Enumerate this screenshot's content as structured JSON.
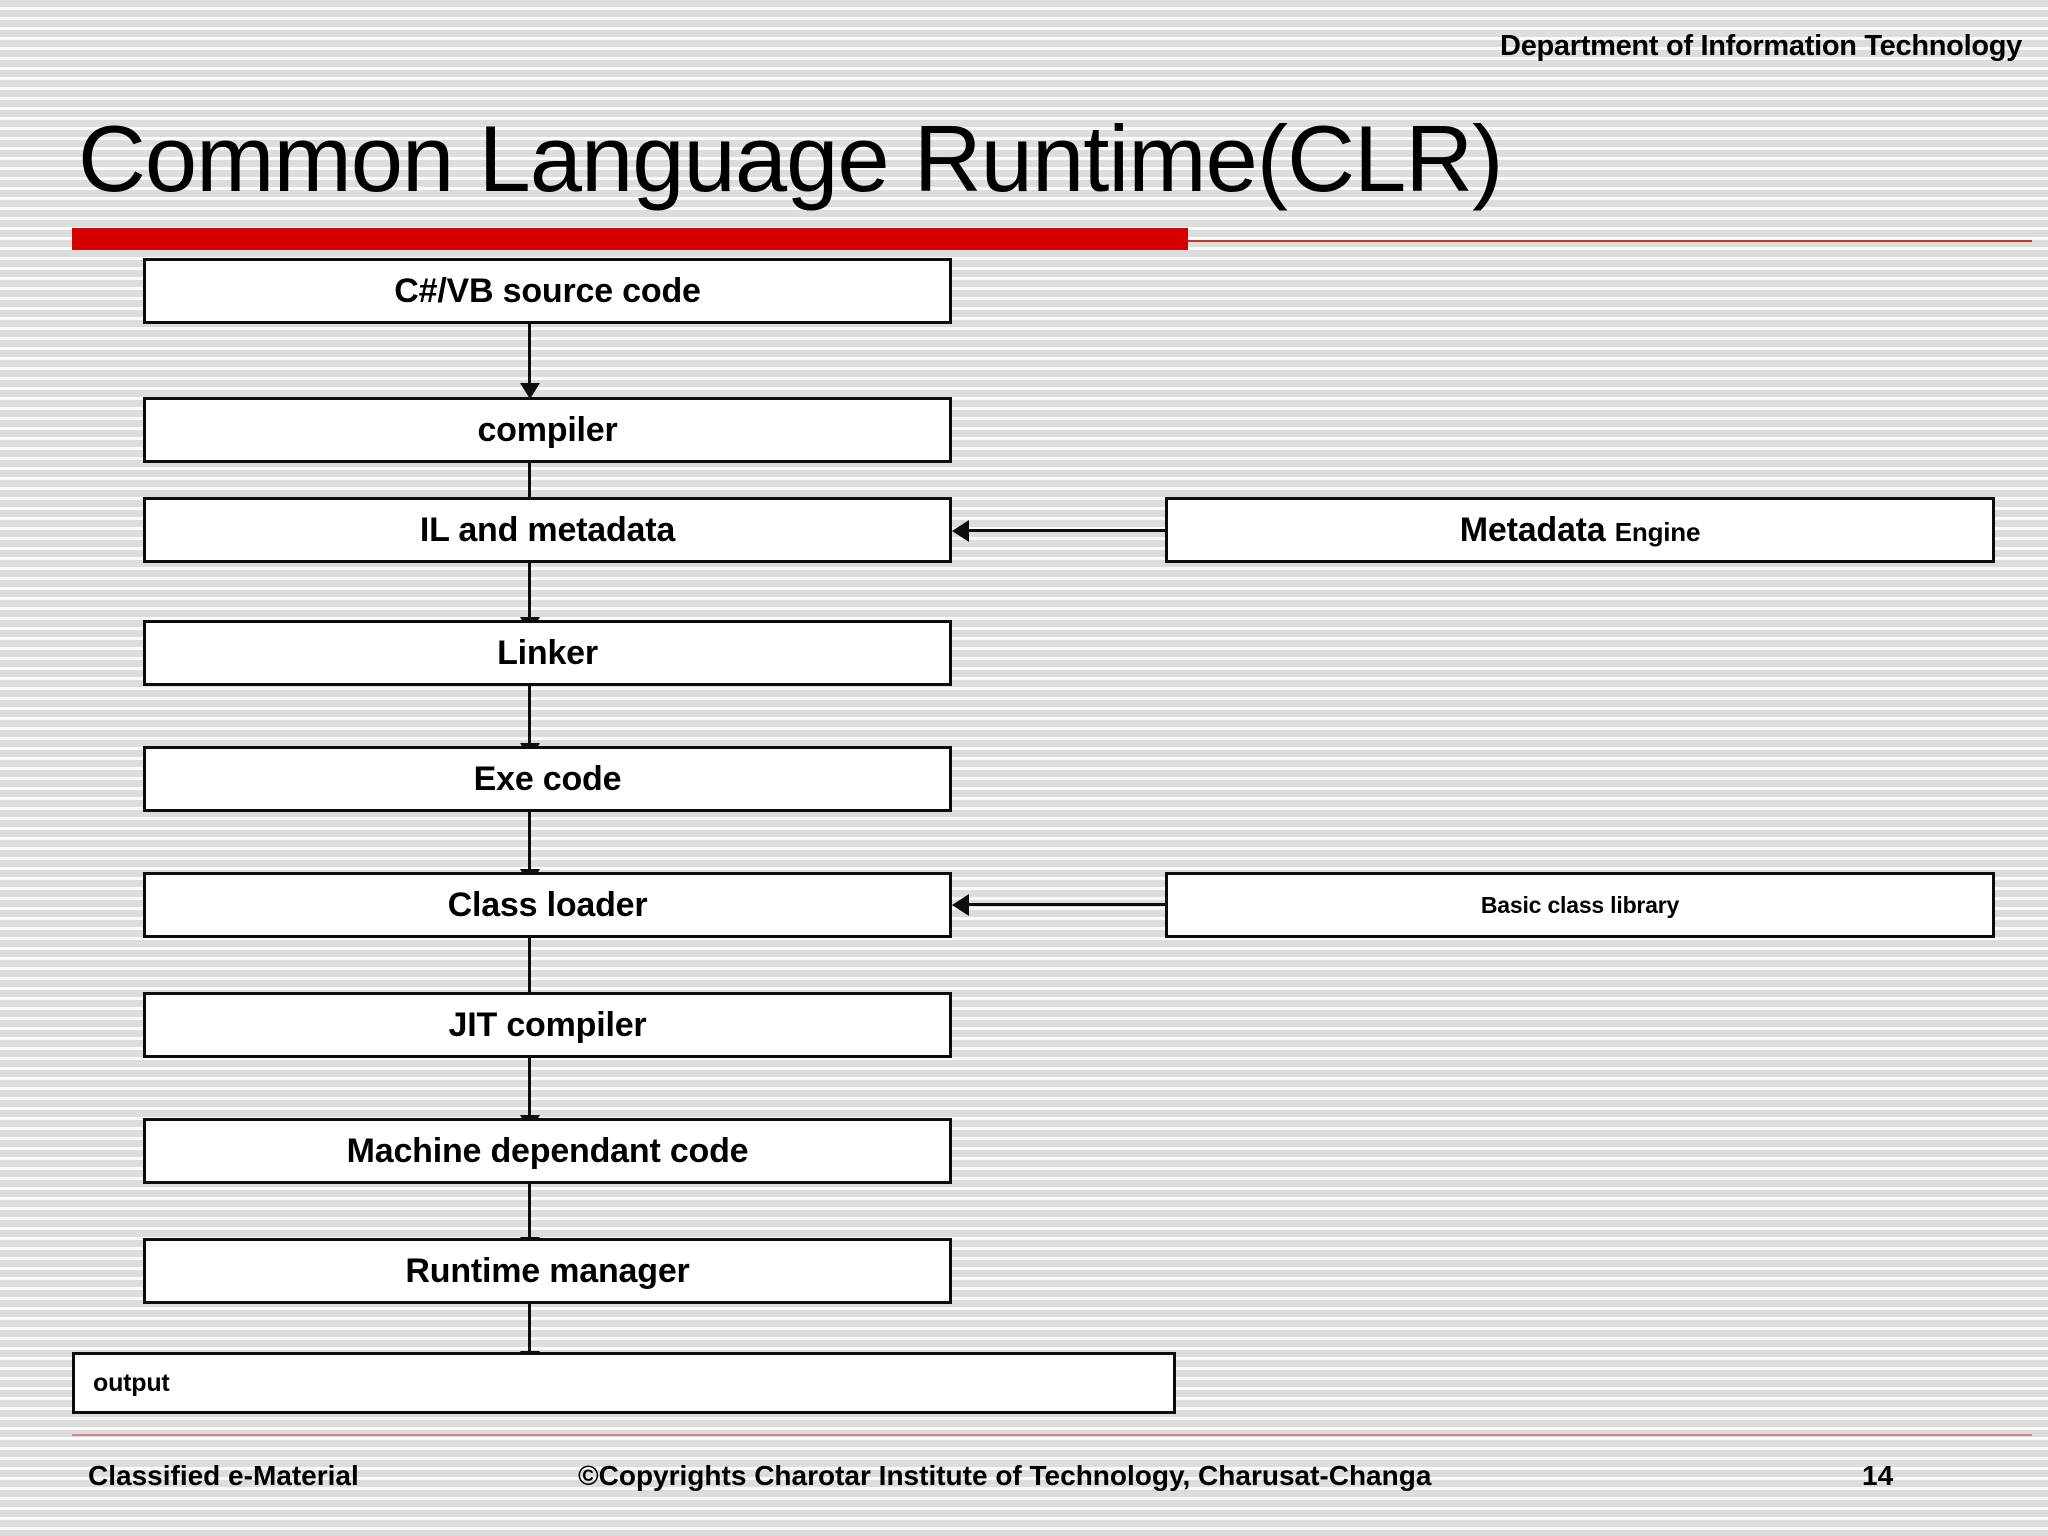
{
  "header": {
    "department": "Department of Information Technology",
    "title": "Common Language Runtime(CLR)",
    "accent_color": "#d40000",
    "rule_color": "#c0392b"
  },
  "diagram": {
    "main_flow": [
      {
        "id": "source-code",
        "label": "C#/VB  source code"
      },
      {
        "id": "compiler",
        "label": "compiler"
      },
      {
        "id": "il-metadata",
        "label": "IL and metadata"
      },
      {
        "id": "linker",
        "label": "Linker"
      },
      {
        "id": "exe-code",
        "label": "Exe code"
      },
      {
        "id": "class-loader",
        "label": "Class loader"
      },
      {
        "id": "jit-compiler",
        "label": "JIT compiler"
      },
      {
        "id": "machine-code",
        "label": "Machine dependant code"
      },
      {
        "id": "runtime-mgr",
        "label": "Runtime manager"
      }
    ],
    "output_box": {
      "id": "output",
      "label": "output"
    },
    "side_boxes": [
      {
        "id": "metadata-engine",
        "label_main": "Metadata",
        "label_sub": "Engine",
        "target": "il-metadata"
      },
      {
        "id": "basic-class-library",
        "label": "Basic class library",
        "target": "class-loader"
      }
    ],
    "arrow_icon": "arrow-down-icon",
    "side_arrow_icon": "arrow-left-icon"
  },
  "footer": {
    "left": "Classified e-Material",
    "center": "©Copyrights Charotar Institute of Technology, Charusat-Changa",
    "page_number": "14",
    "rule_color": "#c98a8a"
  }
}
